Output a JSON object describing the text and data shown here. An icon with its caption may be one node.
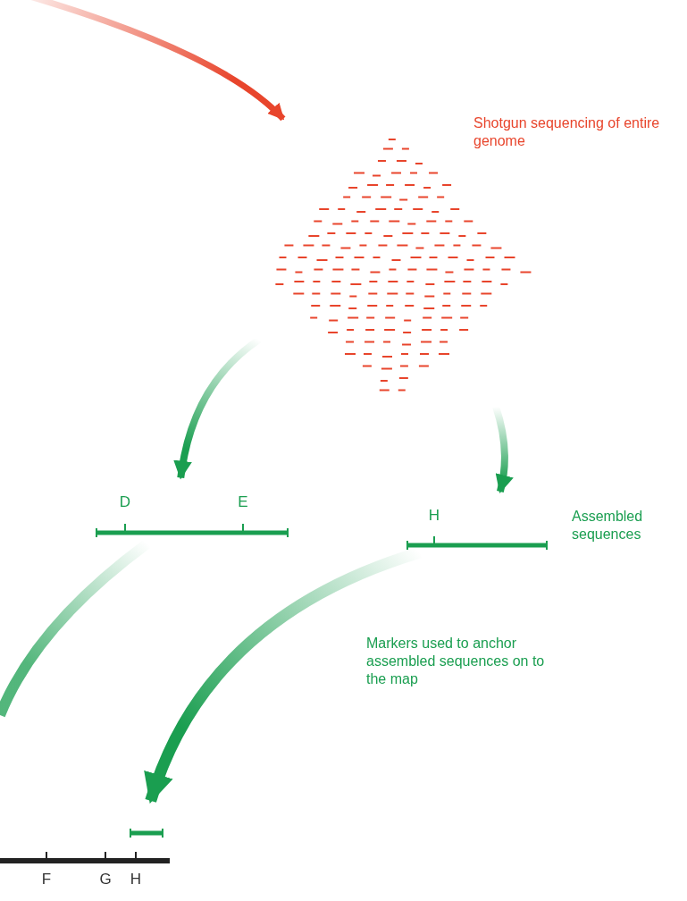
{
  "diagram": {
    "nodes": [
      {
        "text": [],
        "shape": "cloud",
        "beside": [
          "Shotgun sequencing of entire genome"
        ]
      },
      {
        "text": [
          "D",
          "E"
        ]
      },
      {
        "text": [
          "H"
        ],
        "beside": [
          "Assembled sequences"
        ]
      },
      {
        "text": [
          "F",
          "G",
          "H"
        ]
      },
      {
        "text": [],
        "shape": "bar"
      }
    ],
    "edges": [
      {
        "from": null,
        "to": 0,
        "arrow": "to",
        "color": "#e8452c"
      },
      {
        "from": 0,
        "to": 1,
        "arrow": "to"
      },
      {
        "from": 0,
        "to": 2,
        "arrow": "to"
      },
      {
        "from": 2,
        "to": 4,
        "arrow": "to"
      },
      {
        "from": 1,
        "to": null,
        "arrow": "none"
      }
    ],
    "labels": [
      "Markers used to anchor assembled sequences on to the map"
    ]
  }
}
